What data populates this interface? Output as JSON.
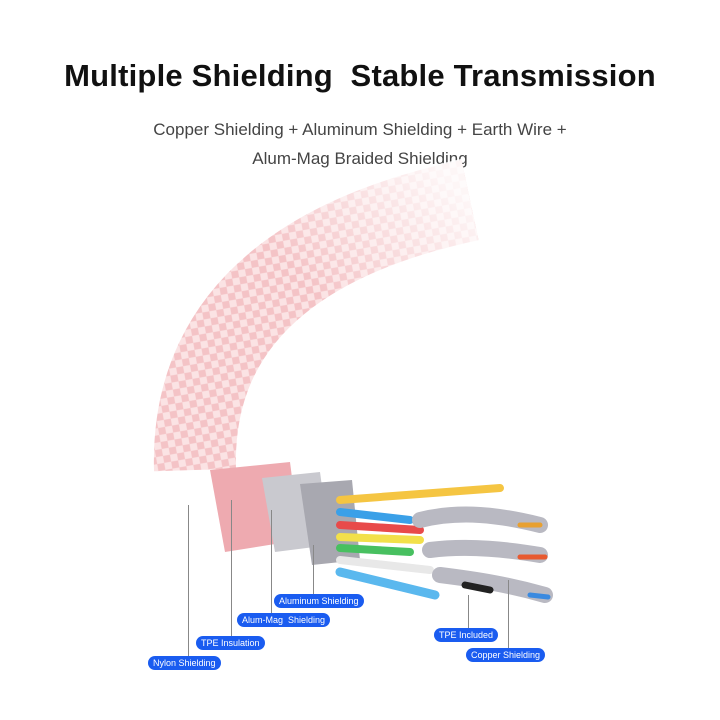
{
  "title": "Multiple Shielding  Stable Transmission",
  "subtitle_line1": "Copper Shielding + Aluminum Shielding + Earth Wire +",
  "subtitle_line2": "Alum-Mag Braided Shielding",
  "labels": {
    "aluminum": "Aluminum Shielding",
    "alum_mag": "Alum-Mag  Shielding",
    "tpe_insulation": "TPE Insulation",
    "nylon": "Nylon Shielding",
    "tpe_included": "TPE Included",
    "copper": "Copper Shielding"
  },
  "colors": {
    "cable": "#f2b8bc",
    "label_bg": "#1a5cf0"
  }
}
